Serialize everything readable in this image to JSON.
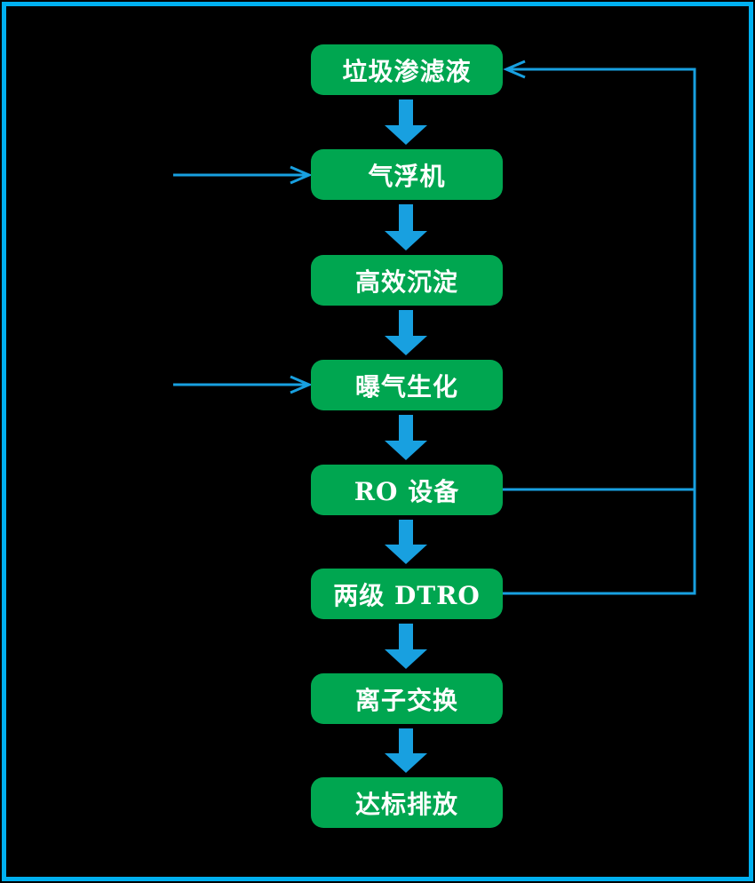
{
  "colors": {
    "background": "#000000",
    "frame_border": "#00B0F0",
    "node_fill": "#00A650",
    "node_text": "#FFFFFF",
    "arrow": "#18A0E0"
  },
  "nodes": [
    {
      "id": "leachate",
      "label": "垃圾渗滤液"
    },
    {
      "id": "air-flotation",
      "label": "气浮机"
    },
    {
      "id": "high-efficiency-sedimentation",
      "label": "高效沉淀"
    },
    {
      "id": "aeration-biochemical",
      "label": "曝气生化"
    },
    {
      "id": "ro-equipment",
      "label": "RO 设备"
    },
    {
      "id": "two-stage-dtro",
      "label": "两级 DTRO"
    },
    {
      "id": "ion-exchange",
      "label": "离子交换"
    },
    {
      "id": "standard-discharge",
      "label": "达标排放"
    }
  ],
  "edges": [
    {
      "from": "垃圾渗滤液",
      "to": "气浮机",
      "type": "main-flow"
    },
    {
      "from": "气浮机",
      "to": "高效沉淀",
      "type": "main-flow"
    },
    {
      "from": "高效沉淀",
      "to": "曝气生化",
      "type": "main-flow"
    },
    {
      "from": "曝气生化",
      "to": "RO 设备",
      "type": "main-flow"
    },
    {
      "from": "RO 设备",
      "to": "两级 DTRO",
      "type": "main-flow"
    },
    {
      "from": "两级 DTRO",
      "to": "离子交换",
      "type": "main-flow"
    },
    {
      "from": "离子交换",
      "to": "达标排放",
      "type": "main-flow"
    },
    {
      "from": "",
      "to": "气浮机",
      "type": "side-input"
    },
    {
      "from": "",
      "to": "曝气生化",
      "type": "side-input"
    },
    {
      "from": "RO 设备",
      "to": "垃圾渗滤液",
      "type": "recycle-return"
    },
    {
      "from": "两级 DTRO",
      "to": "垃圾渗滤液",
      "type": "recycle-return"
    }
  ]
}
